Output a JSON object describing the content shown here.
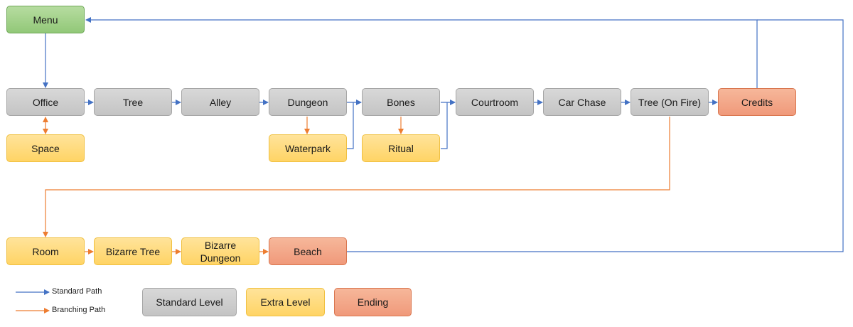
{
  "nodes": {
    "menu": "Menu",
    "office": "Office",
    "space": "Space",
    "tree": "Tree",
    "alley": "Alley",
    "dungeon": "Dungeon",
    "waterpark": "Waterpark",
    "bones": "Bones",
    "ritual": "Ritual",
    "courtroom": "Courtroom",
    "car_chase": "Car Chase",
    "tree_fire": "Tree (On Fire)",
    "credits": "Credits",
    "room": "Room",
    "bizarre_tree": "Bizarre Tree",
    "bizarre_dungeon_line1": "Bizarre",
    "bizarre_dungeon_line2": "Dungeon",
    "beach": "Beach"
  },
  "legend": {
    "standard_path": "Standard Path",
    "branching_path": "Branching Path",
    "standard_level": "Standard Level",
    "extra_level": "Extra Level",
    "ending": "Ending"
  },
  "colors": {
    "standard_path": "#4472c4",
    "branching_path": "#ed7d31",
    "standard_level": "#c9c9c9",
    "extra_level": "#ffd966",
    "ending": "#f4a582",
    "menu": "#a9d18e"
  }
}
